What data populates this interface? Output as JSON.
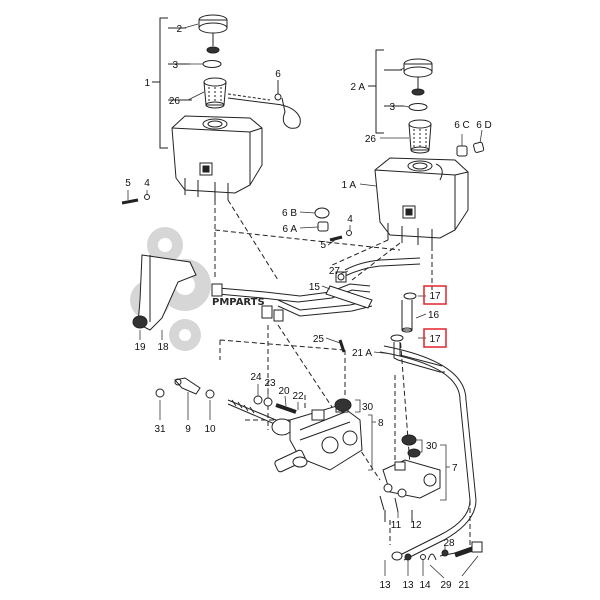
{
  "watermark": {
    "text": "PMPARTS",
    "color": "#d2d2d2"
  },
  "highlight_color": "#e0242b",
  "labels": {
    "l2": "2",
    "l3": "3",
    "l1": "1",
    "l26": "26",
    "l6": "6",
    "l2A": "2 A",
    "l3r": "3",
    "l26r": "26",
    "l6C": "6 C",
    "l6D": "6 D",
    "l5": "5",
    "l4": "4",
    "l1A": "1 A",
    "l6B": "6 B",
    "l6A": "6 A",
    "l5r": "5",
    "l4r": "4",
    "l27": "27",
    "l15": "15",
    "l17a": "17",
    "l16": "16",
    "l17b": "17",
    "l25": "25",
    "l21A": "21 A",
    "l19": "19",
    "l18": "18",
    "l24": "24",
    "l23": "23",
    "l20": "20",
    "l22": "22",
    "l30a": "30",
    "l8": "8",
    "l30b": "30",
    "l7": "7",
    "l31": "31",
    "l9": "9",
    "l10": "10",
    "l11": "11",
    "l12": "12",
    "l28": "28",
    "l13": "13",
    "l13b": "13",
    "l14": "14",
    "l29": "29",
    "l21": "21"
  }
}
